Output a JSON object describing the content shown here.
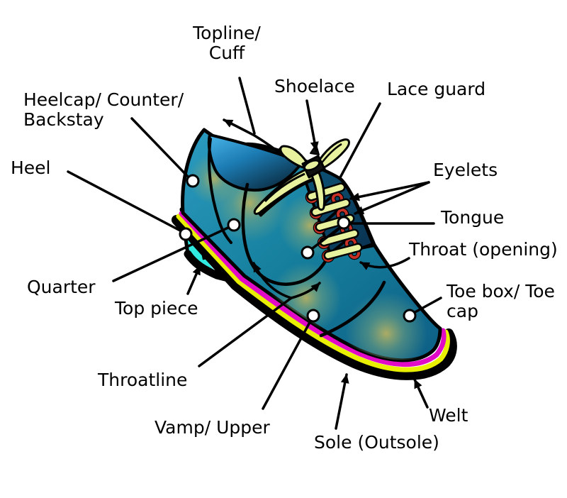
{
  "diagram": {
    "labels": {
      "topline": "Topline/\nCuff",
      "heelcap": "Heelcap/ Counter/\nBackstay",
      "heel": "Heel",
      "shoelace": "Shoelace",
      "lace_guard": "Lace guard",
      "eyelets": "Eyelets",
      "tongue": "Tongue",
      "throat": "Throat (opening)",
      "toe_box": "Toe box/ Toe\ncap",
      "welt": "Welt",
      "sole": "Sole (Outsole)",
      "vamp": "Vamp/ Upper",
      "throatline": "Throatline",
      "top_piece": "Top piece",
      "quarter": "Quarter"
    },
    "colors": {
      "background": "#FFFFFF",
      "outline": "#000000",
      "body_teal": "#16809E",
      "body_teal_light": "#2B9BC0",
      "body_teal_dark": "#0E6288",
      "collar_blue": "#3FAEE4",
      "collar_dark": "#0A2B40",
      "highlight_olive": "#B5B061",
      "heel_cyan": "#30E9E1",
      "heel_cyan_dark": "#00CFC9",
      "welt_yellow": "#E9EF00",
      "welt_magenta": "#E10BC7",
      "lace_yellow_green": "#E7F19E",
      "eyelet_red": "#C63026"
    }
  }
}
